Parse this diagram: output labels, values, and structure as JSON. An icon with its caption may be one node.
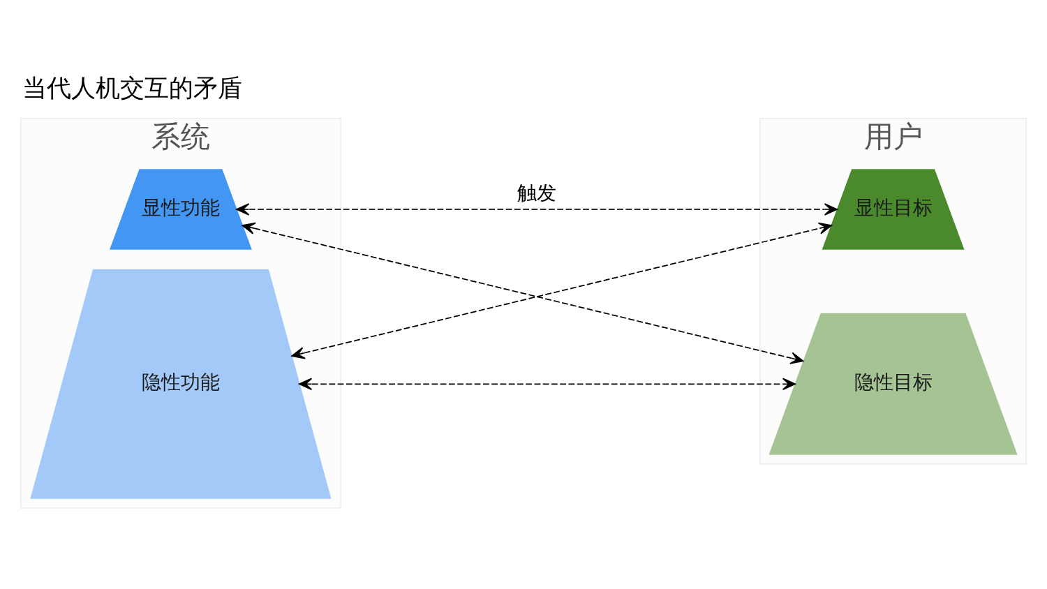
{
  "diagram": {
    "title": "当代人机交互的矛盾",
    "nodes": [
      {
        "text": [
          "系统"
        ]
      },
      {
        "text": [
          "显性功能"
        ],
        "in": 0
      },
      {
        "text": [
          "隐性功能"
        ],
        "in": 0
      },
      {
        "text": [
          "用户"
        ]
      },
      {
        "text": [
          "显性目标"
        ],
        "in": 3
      },
      {
        "text": [
          "隐性目标"
        ],
        "in": 3
      }
    ],
    "edges": [
      {
        "from": 1,
        "to": 4,
        "arrow": "both",
        "style": "dashed",
        "label": "触发"
      },
      {
        "from": 1,
        "to": 5,
        "arrow": "both",
        "style": "dashed"
      },
      {
        "from": 2,
        "to": 4,
        "arrow": "both",
        "style": "dashed"
      },
      {
        "from": 2,
        "to": 5,
        "arrow": "both",
        "style": "dashed"
      }
    ]
  }
}
